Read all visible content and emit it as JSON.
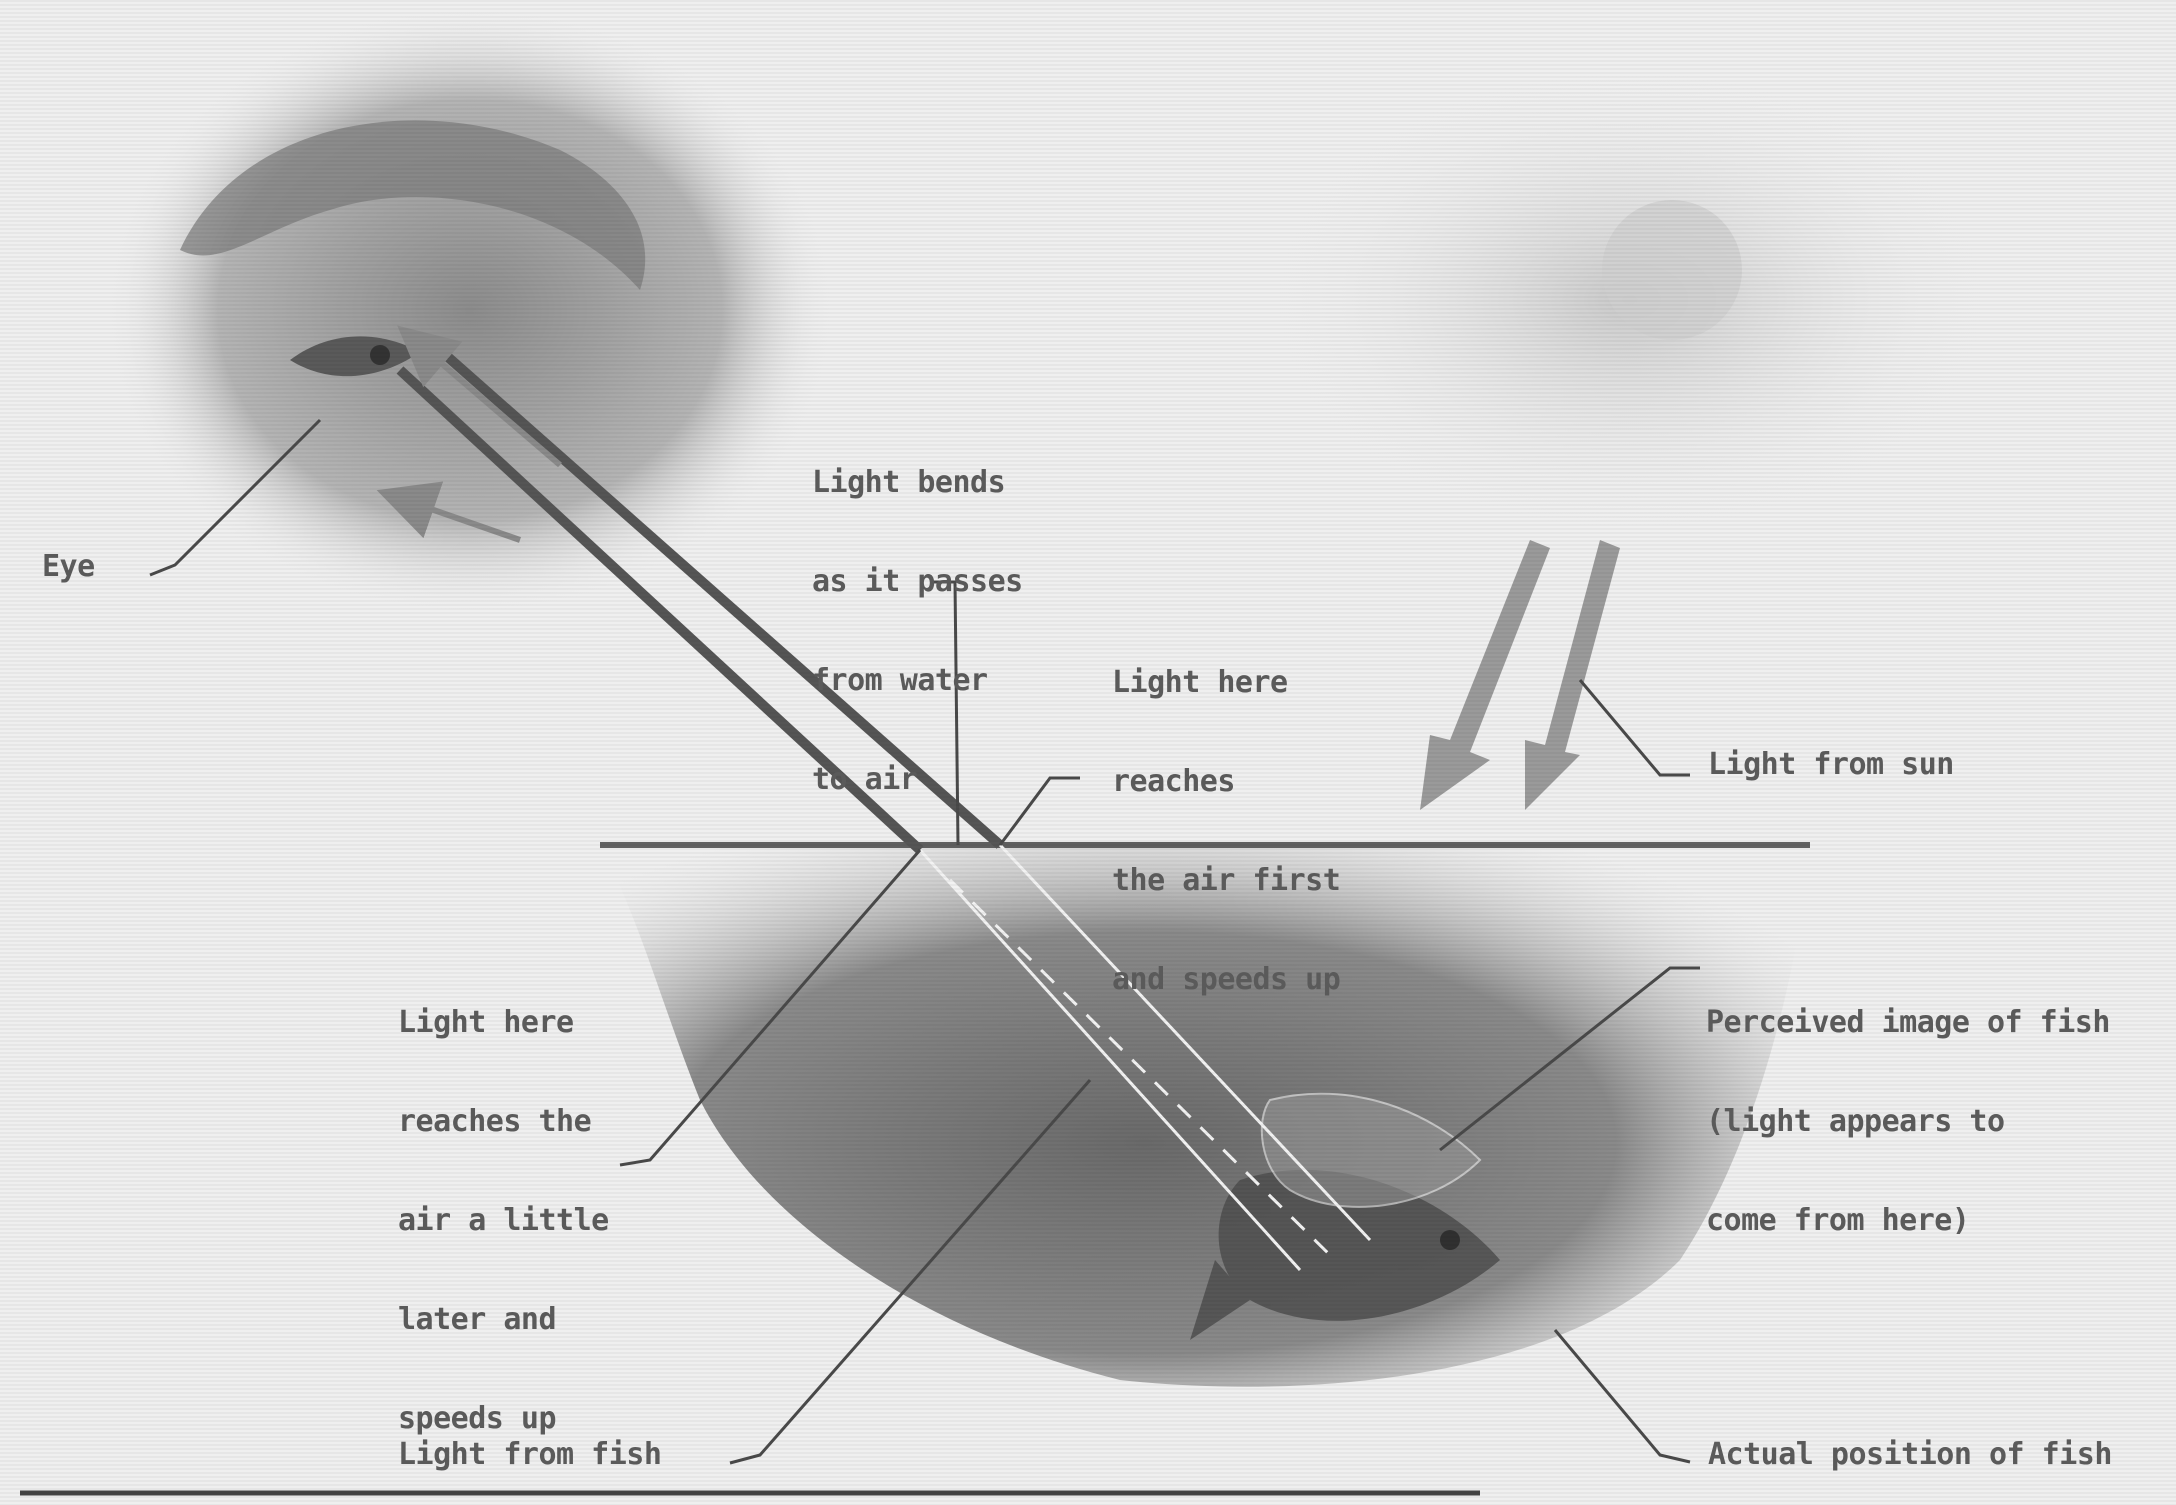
{
  "labels": {
    "eye": "Eye",
    "light_bends": [
      "Light bends",
      "as it passes",
      "from water",
      "to air"
    ],
    "reaches_first": [
      "Light here",
      "reaches",
      "the air first",
      "and speeds up"
    ],
    "light_sun": "Light from sun",
    "reaches_later": [
      "Light here",
      "reaches the",
      "air a little",
      "later and",
      "speeds up"
    ],
    "perceived": [
      "Perceived image of fish",
      "(light appears to",
      "come from here)"
    ],
    "light_fish": "Light from fish",
    "actual": "Actual position of fish"
  },
  "colors": {
    "background": "#efefef",
    "water": "#7c7c7c",
    "beam": "#555555",
    "leader": "#4a4a4a",
    "text": "#5a5a5a"
  }
}
